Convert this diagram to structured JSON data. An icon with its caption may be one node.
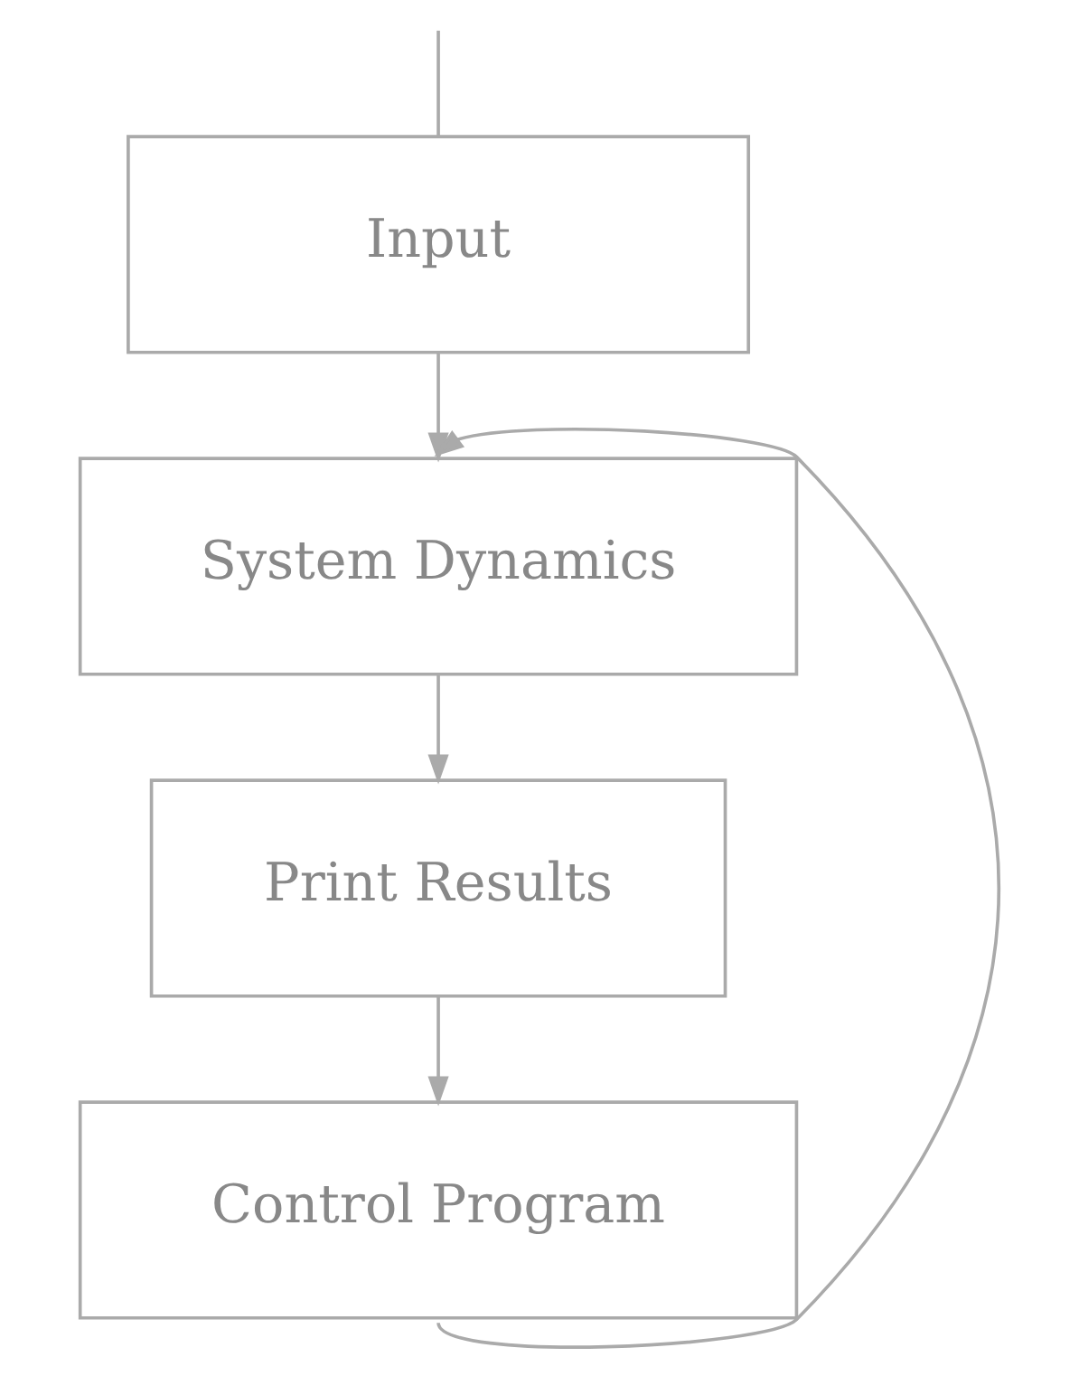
{
  "diagram": {
    "nodes": [
      {
        "text": [
          "Input"
        ]
      },
      {
        "text": [
          "System Dynamics"
        ]
      },
      {
        "text": [
          "Print Results"
        ]
      },
      {
        "text": [
          "Control Program"
        ]
      }
    ],
    "edges": [
      {
        "from": null,
        "to": 0,
        "arrow": "none"
      },
      {
        "from": 0,
        "to": 1,
        "arrow": "to"
      },
      {
        "from": 1,
        "to": 2,
        "arrow": "to"
      },
      {
        "from": 2,
        "to": 3,
        "arrow": "to"
      },
      {
        "from": 3,
        "to": 1,
        "arrow": "to"
      }
    ]
  }
}
